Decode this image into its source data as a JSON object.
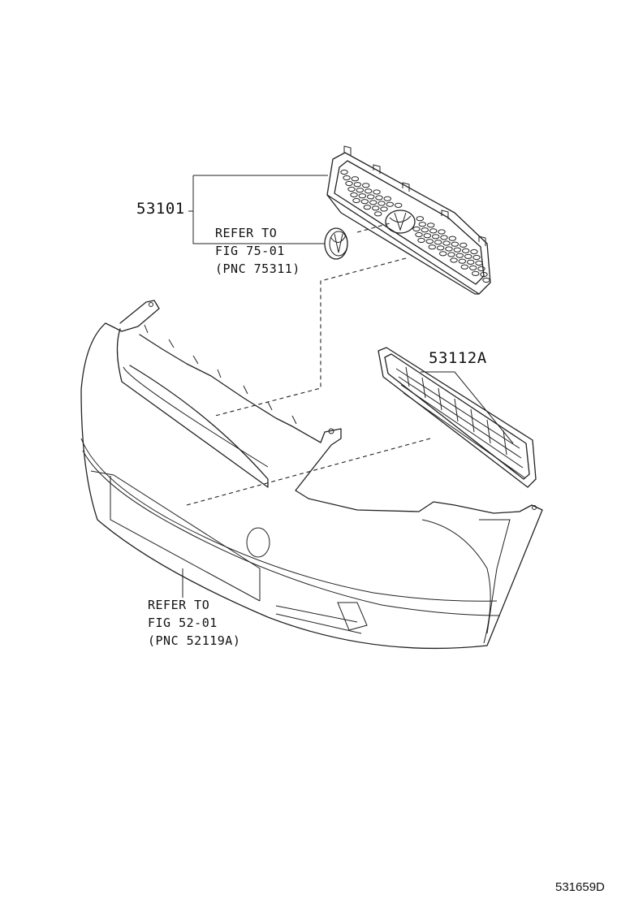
{
  "parts": [
    {
      "id": "grille",
      "part_number": "53101"
    },
    {
      "id": "lower-grille",
      "part_number": "53112A"
    }
  ],
  "references": [
    {
      "id": "emblem",
      "lines": [
        "REFER TO",
        "FIG 75-01",
        "(PNC 75311)"
      ]
    },
    {
      "id": "bumper",
      "lines": [
        "REFER TO",
        "FIG 52-01",
        "(PNC 52119A)"
      ]
    }
  ],
  "diagram_code": "531659D",
  "colors": {
    "line": "#222222",
    "background": "#ffffff"
  }
}
